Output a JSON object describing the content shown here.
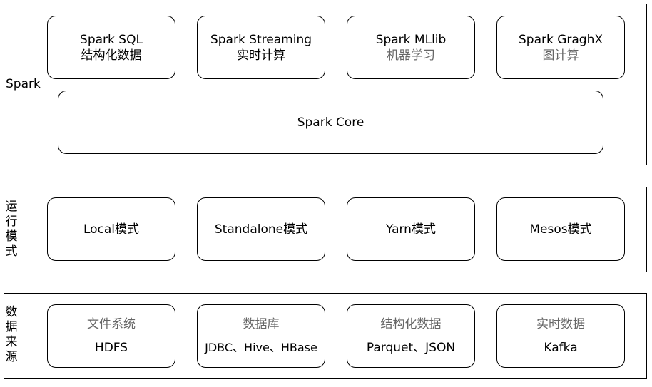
{
  "spark_layer": {
    "label": "Spark",
    "modules": [
      {
        "name": "Spark SQL",
        "sub": "结构化数据"
      },
      {
        "name": "Spark Streaming",
        "sub": "实时计算"
      },
      {
        "name": "Spark MLlib",
        "sub": "机器学习"
      },
      {
        "name": "Spark GraghX",
        "sub": "图计算"
      }
    ],
    "core": "Spark Core"
  },
  "run_mode_layer": {
    "label_chars": [
      "运",
      "行",
      "模",
      "式"
    ],
    "modes": [
      "Local模式",
      "Standalone模式",
      "Yarn模式",
      "Mesos模式"
    ]
  },
  "data_source_layer": {
    "label_chars": [
      "数",
      "据",
      "来",
      "源"
    ],
    "sources": [
      {
        "category": "文件系统",
        "examples": "HDFS"
      },
      {
        "category": "数据库",
        "examples": "JDBC、Hive、HBase"
      },
      {
        "category": "结构化数据",
        "examples": "Parquet、JSON"
      },
      {
        "category": "实时数据",
        "examples": "Kafka"
      }
    ]
  }
}
